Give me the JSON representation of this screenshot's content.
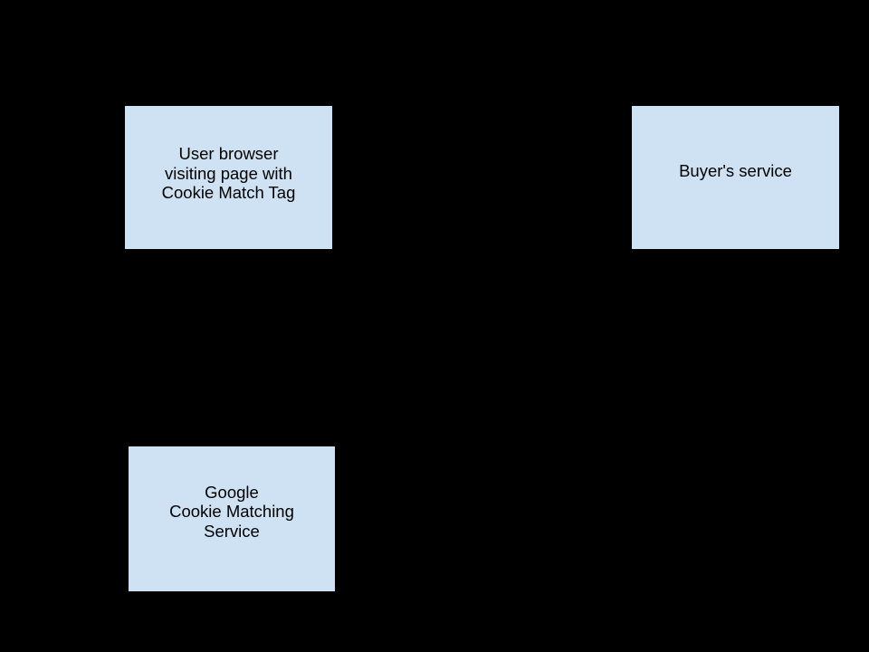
{
  "diagram": {
    "colors": {
      "background": "#000000",
      "node_fill": "#cfe2f3",
      "node_stroke": "#000000",
      "node_text": "#000000"
    },
    "nodes": [
      {
        "id": "user-browser",
        "label": "User browser\nvisiting page with\nCookie Match Tag"
      },
      {
        "id": "buyers-service",
        "label": "Buyer's service"
      },
      {
        "id": "google-cookie-matching-service",
        "label": "Google\nCookie Matching\nService"
      }
    ]
  }
}
